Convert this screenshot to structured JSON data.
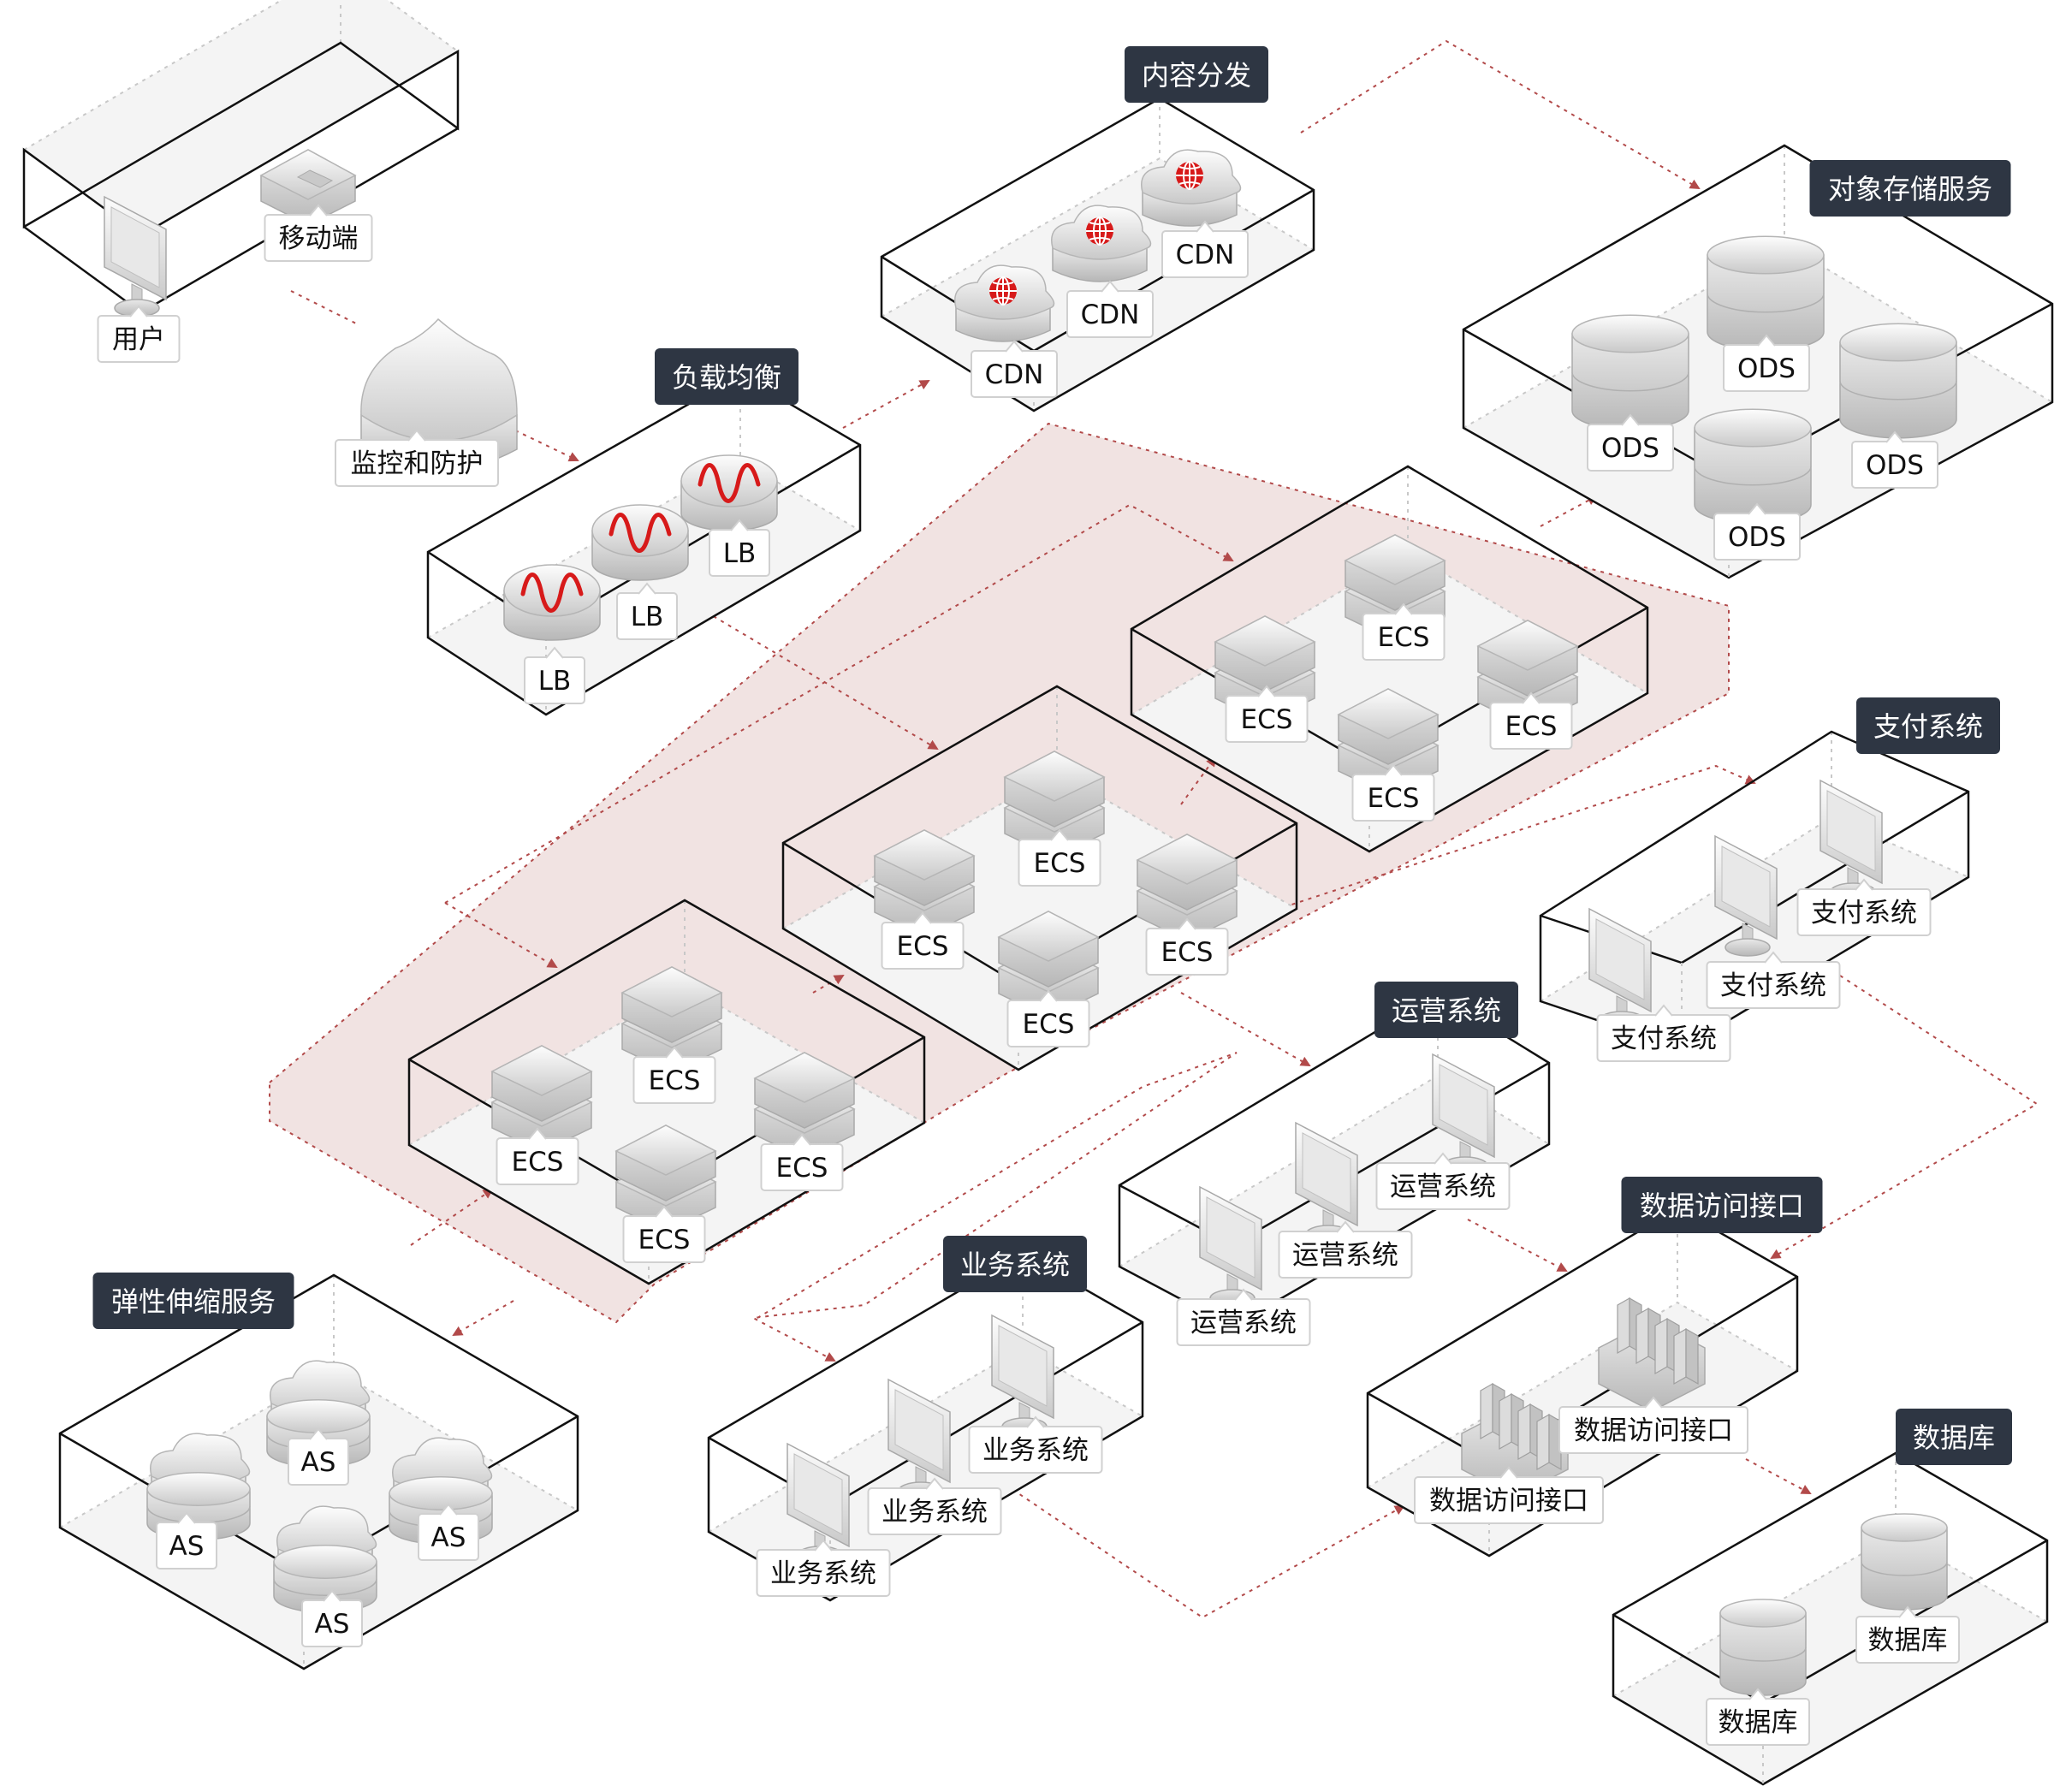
{
  "colors": {
    "box_stroke": "#111111",
    "dotted_line": "#cccccc",
    "arrow": "#b24a4a",
    "cluster_fill": "#f1e3e2",
    "title_bg": "#2e3643",
    "title_text": "#ffffff",
    "accent_red": "#d71a1a"
  },
  "groups": {
    "user": {
      "nodes": {
        "user": "用户",
        "mobile": "移动端"
      }
    },
    "protect": {
      "label": "监控和防护"
    },
    "lb": {
      "title": "负载均衡",
      "nodes": [
        "LB",
        "LB",
        "LB"
      ]
    },
    "cdn": {
      "title": "内容分发",
      "nodes": [
        "CDN",
        "CDN",
        "CDN"
      ]
    },
    "oss": {
      "title": "对象存储服务",
      "nodes": [
        "ODS",
        "ODS",
        "ODS",
        "ODS"
      ]
    },
    "ecs1": {
      "nodes": [
        "ECS",
        "ECS",
        "ECS",
        "ECS"
      ]
    },
    "ecs2": {
      "nodes": [
        "ECS",
        "ECS",
        "ECS",
        "ECS"
      ]
    },
    "ecs3": {
      "nodes": [
        "ECS",
        "ECS",
        "ECS",
        "ECS"
      ]
    },
    "pay": {
      "title": "支付系统",
      "nodes": [
        "支付系统",
        "支付系统",
        "支付系统"
      ]
    },
    "ops": {
      "title": "运营系统",
      "nodes": [
        "运营系统",
        "运营系统",
        "运营系统"
      ]
    },
    "biz": {
      "title": "业务系统",
      "nodes": [
        "业务系统",
        "业务系统",
        "业务系统"
      ]
    },
    "dai": {
      "title": "数据访问接口",
      "nodes": [
        "数据访问接口",
        "数据访问接口"
      ]
    },
    "as": {
      "title": "弹性伸缩服务",
      "nodes": [
        "AS",
        "AS",
        "AS",
        "AS"
      ]
    },
    "db": {
      "title": "数据库",
      "nodes": [
        "数据库",
        "数据库"
      ]
    }
  }
}
